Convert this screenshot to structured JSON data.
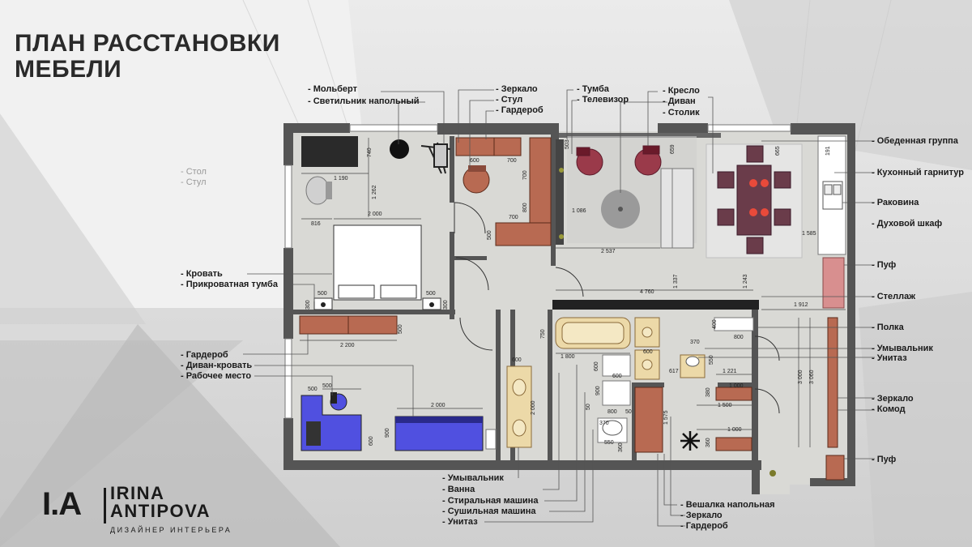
{
  "title": {
    "line1": "ПЛАН РАССТАНОВКИ",
    "line2": "МЕБЕЛИ"
  },
  "logo": {
    "mark": "I.A",
    "name_line1": "IRINA",
    "name_line2": "ANTIPOVA",
    "subtitle": "ДИЗАЙНЕР ИНТЕРЬЕРА"
  },
  "labels": {
    "molbert": "- Мольберт",
    "svetilnik": "- Светильник напольный",
    "zerkalo1": "- Зеркало",
    "stul1": "- Стул",
    "garderob1": "- Гардероб",
    "tumba": "- Тумба",
    "televizor": "- Телевизор",
    "kreslo": "- Кресло",
    "divan": "- Диван",
    "stolik": "- Столик",
    "obedennaya": "- Обеденная группа",
    "kuhonny": "- Кухонный гарнитур",
    "rakovina": "- Раковина",
    "duhovoy": "- Духовой шкаф",
    "puf1": "- Пуф",
    "stellazh": "- Стеллаж",
    "polka": "- Полка",
    "umyvalnik1": "- Умывальник",
    "unitaz1": "- Унитаз",
    "zerkalo2": "- Зеркало",
    "komod": "- Комод",
    "puf2": "- Пуф",
    "stol": "- Стол",
    "stul2": "- Стул",
    "krovat": "- Кровать",
    "prikrovatnaya": "- Прикроватная тумба",
    "garderob2": "- Гардероб",
    "divan_krovat": "- Диван-кровать",
    "rabochee": "- Рабочее место",
    "umyvalnik2": "- Умывальник",
    "vanna": "- Ванна",
    "stiralnaya": "- Стиральная машина",
    "sushilnaya": "- Сушильная машина",
    "unitaz2": "- Унитаз",
    "veshalka": "- Вешалка напольная",
    "zerkalo3": "- Зеркало",
    "garderob3": "- Гардероб"
  },
  "dimensions": [
    "740",
    "1 190",
    "1 262",
    "2 000",
    "816",
    "500",
    "500",
    "300",
    "300",
    "600",
    "700",
    "700",
    "800",
    "700",
    "500",
    "503",
    "1 086",
    "2 537",
    "659",
    "665",
    "191",
    "1 585",
    "1 337",
    "1 243",
    "4 760",
    "1 912",
    "2 200",
    "500",
    "750",
    "1 800",
    "600",
    "370",
    "550",
    "617",
    "1 221",
    "400",
    "800",
    "3 000",
    "3 060",
    "1 500",
    "1 000",
    "380",
    "360",
    "1 575",
    "1 000",
    "500",
    "500",
    "2 000",
    "600",
    "900",
    "2 000",
    "600",
    "600",
    "900",
    "50",
    "370",
    "360",
    "550",
    "800",
    "600",
    "50"
  ],
  "colors": {
    "wall": "#555555",
    "floor": "#d8d8d4",
    "wood": "#b86a52",
    "chair": "#9a3a4a",
    "kitchen_table": "#6a3c4a",
    "dining_accent": "#e84a3a",
    "blue": "#5050e0",
    "sink": "#ecd9a8",
    "puf": "#d88f8f"
  }
}
